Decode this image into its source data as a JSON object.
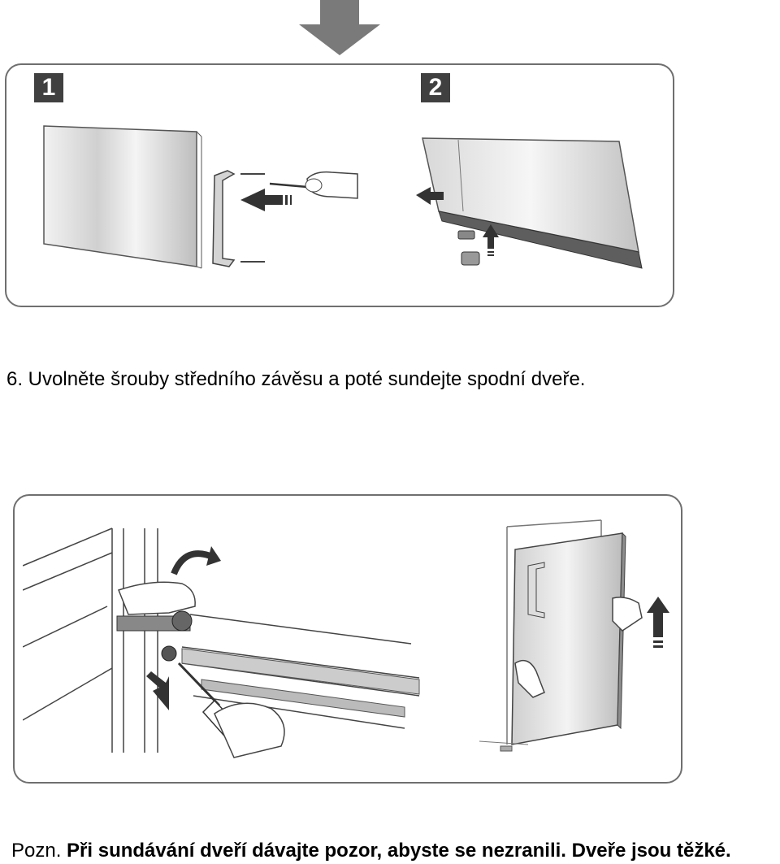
{
  "step_badges": [
    "1",
    "2"
  ],
  "instruction": "6. Uvolněte šrouby středního závěsu a poté sundejte spodní dveře.",
  "note": {
    "prefix": "Pozn.",
    "bold": "Při sundávání dveří dávajte pozor, abyste se nezranili. Dveře jsou těžké."
  },
  "icons": [
    "down-arrow-icon",
    "push-arrow-icon",
    "up-arrow-icon",
    "rotate-arrow-icon",
    "screwdriver-icon",
    "hand-icon"
  ],
  "colors": {
    "arrow": "#7a7a7a",
    "panel_border": "#6f6f6f",
    "badge": "#404040"
  }
}
